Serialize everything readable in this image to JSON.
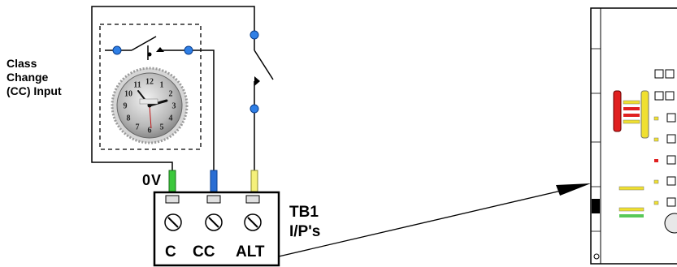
{
  "labels": {
    "class_change_input": [
      "Class",
      "Change",
      "(CC) Input"
    ],
    "zero_volt": "0V",
    "terminal_block": [
      "TB1",
      "I/P's"
    ],
    "terminals": [
      "C",
      "CC",
      "ALT"
    ]
  },
  "clock": {
    "numerals": [
      "12",
      "1",
      "2",
      "3",
      "4",
      "5",
      "6",
      "7",
      "8",
      "9",
      "10",
      "11"
    ]
  },
  "colors": {
    "wire": "#000000",
    "node": "#2f7fe6",
    "pin_0v": "#3cc83c",
    "pin_cc": "#2a6ed4",
    "pin_alt": "#f5f07a",
    "panel_red": "#e02020",
    "panel_yellow": "#f0e030",
    "panel_green": "#58c858"
  }
}
